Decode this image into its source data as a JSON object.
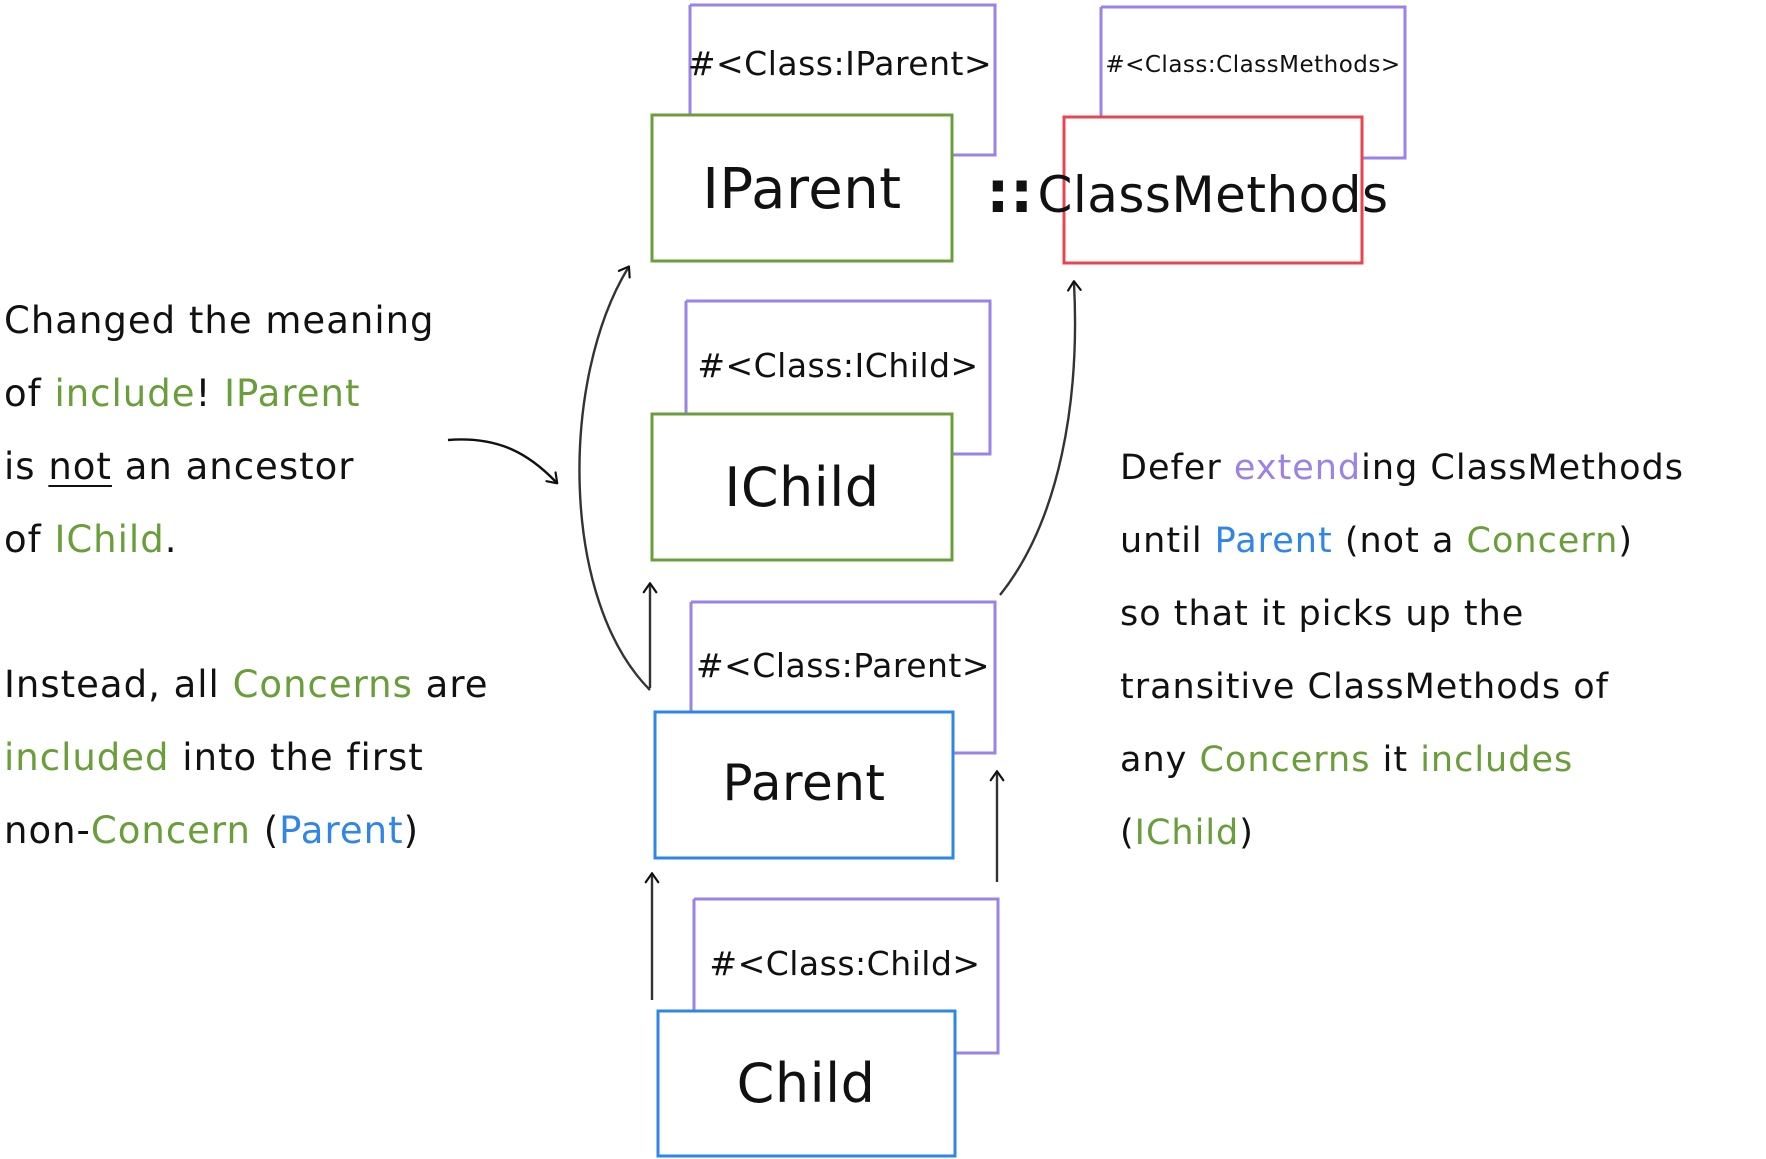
{
  "colors": {
    "green": "#6a9e3a",
    "blue": "#2f86e8",
    "red": "#e8454f",
    "purple": "#9b82e6",
    "ink": "#111111"
  },
  "boxes": {
    "iparent": {
      "label": "IParent",
      "meta": "#<Class:IParent>"
    },
    "classmethods": {
      "label": "ClassMethods",
      "meta": "#<Class:ClassMethods>"
    },
    "ichild": {
      "label": "IChild",
      "meta": "#<Class:IChild>"
    },
    "parent": {
      "label": "Parent",
      "meta": "#<Class:Parent>"
    },
    "child": {
      "label": "Child",
      "meta": "#<Class:Child>"
    }
  },
  "scope_operator": "::",
  "left_note": {
    "line1": "Changed the meaning",
    "line2": {
      "a": "of ",
      "b": "include",
      "c": "! ",
      "d": "IParent"
    },
    "line3": {
      "a": "is ",
      "b": "not",
      "c": " an ancestor"
    },
    "line4": {
      "a": "of ",
      "b": "IChild",
      "c": "."
    },
    "line5": {
      "a": "Instead, all ",
      "b": "Concerns",
      "c": " are"
    },
    "line6": {
      "a": "included",
      "b": " into the first"
    },
    "line7": {
      "a": "non-",
      "b": "Concern",
      "c": " (",
      "d": "Parent",
      "e": ")"
    }
  },
  "right_note": {
    "line1": {
      "a": "Defer ",
      "b": "extend",
      "c": "ing ClassMethods"
    },
    "line2": {
      "a": "until ",
      "b": "Parent",
      "c": " (not a ",
      "d": "Concern",
      "e": ")"
    },
    "line3": "so that it picks up the",
    "line4": "transitive ClassMethods of",
    "line5": {
      "a": "any ",
      "b": "Concerns",
      "c": " it ",
      "d": "includes"
    },
    "line6": {
      "a": "(",
      "b": "IChild",
      "c": ")"
    }
  }
}
